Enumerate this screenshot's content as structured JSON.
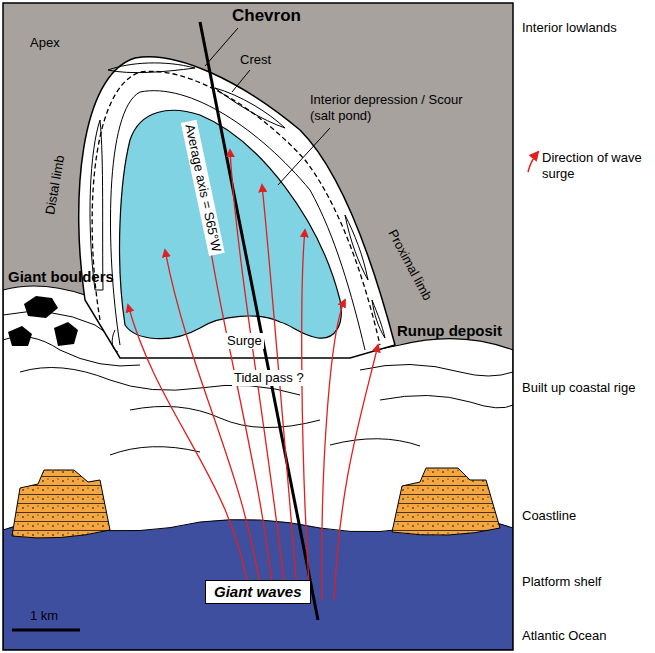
{
  "diagram": {
    "nodes": [
      {
        "text": [
          "Interior depression / Scour (salt pond)"
        ]
      },
      {
        "text": [
          "Giant waves"
        ]
      }
    ],
    "labels": [
      "Chevron",
      "Apex",
      "Crest",
      "Distal limb",
      "Average axis = S65°W",
      "Proximal limb",
      "Giant boulders",
      "Runup deposit",
      "Surge",
      "Tidal pass ?",
      "1 km",
      "Interior lowlands",
      "Built up coastal rige",
      "Coastline",
      "Platform shelf",
      "Atlantic Ocean"
    ],
    "legend": [
      {
        "text": "Direction of wave surge"
      }
    ]
  }
}
